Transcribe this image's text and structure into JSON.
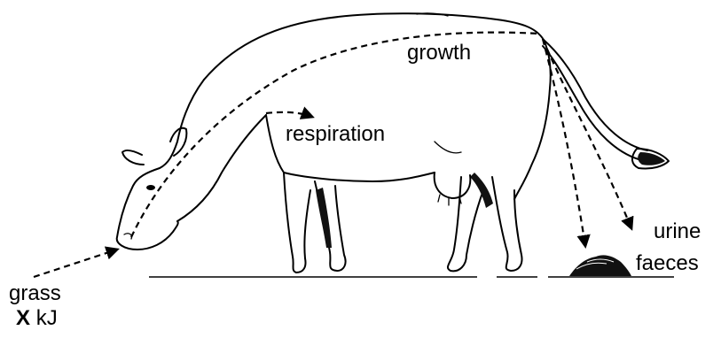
{
  "labels": {
    "growth": "growth",
    "respiration": "respiration",
    "urine": "urine",
    "faeces": "faeces",
    "grass": "grass",
    "energy_symbol": "X",
    "energy_unit": "kJ"
  },
  "colors": {
    "ink": "#000000",
    "background": "#ffffff"
  }
}
